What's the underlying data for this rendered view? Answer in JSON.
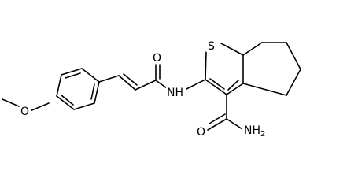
{
  "molecule": {
    "atom_labels": {
      "sulfur": "S",
      "carbonyl_oxygen": "O",
      "amide_nh": "NH",
      "carboxamide_oxygen": "O",
      "carboxamide_nh2": "NH",
      "carboxamide_nh2_subscript": "2",
      "methoxy_oxygen": "O"
    },
    "colors": {
      "bond": "#000000",
      "label": "#000000",
      "background": "#ffffff"
    }
  }
}
